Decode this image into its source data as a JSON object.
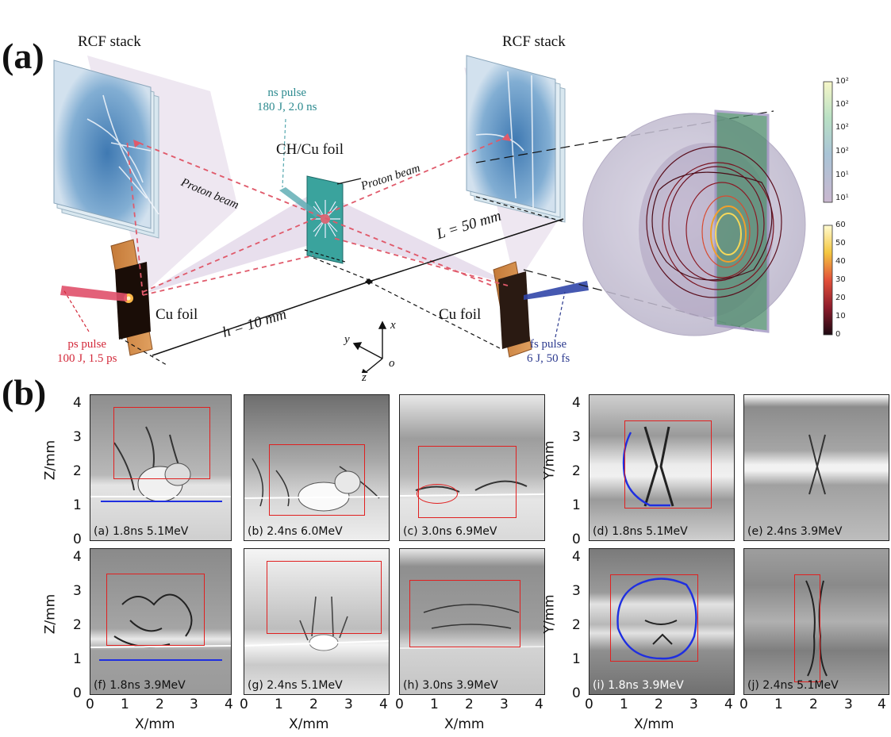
{
  "panel_a": {
    "letter": "(a)",
    "rcf_left": "RCF stack",
    "rcf_right": "RCF stack",
    "ns_pulse": [
      "ns pulse",
      "180 J, 2.0 ns"
    ],
    "ch_cu_foil": "CH/Cu foil",
    "proton_beam_left": "Proton beam",
    "proton_beam_right": "Proton beam",
    "cu_foil_left": "Cu foil",
    "cu_foil_right": "Cu foil",
    "ps_pulse": [
      "ps pulse",
      "100 J, 1.5 ps"
    ],
    "fs_pulse": [
      "fs pulse",
      "6 J, 50 fs"
    ],
    "h_label": "h = 10 mm",
    "L_label": "L = 50 mm",
    "axes": {
      "x": "x",
      "y": "y",
      "z": "z",
      "o": "o"
    },
    "colorbar_top": [
      "10²",
      "10²",
      "10²",
      "10²",
      "10¹",
      "10¹"
    ],
    "colorbar_bottom": [
      "60",
      "50",
      "40",
      "30",
      "20",
      "10",
      "0"
    ]
  },
  "panel_b": {
    "letter": "(b)",
    "y_ticks": [
      "0",
      "1",
      "2",
      "3",
      "4"
    ],
    "x_ticks": [
      "0",
      "1",
      "2",
      "3",
      "4"
    ],
    "ylabel_z": "Z/mm",
    "ylabel_y": "Y/mm",
    "xlabel": "X/mm",
    "images": [
      {
        "id": "a",
        "caption": "(a) 1.8ns 5.1MeV"
      },
      {
        "id": "b",
        "caption": "(b) 2.4ns 6.0MeV"
      },
      {
        "id": "c",
        "caption": "(c) 3.0ns 6.9MeV"
      },
      {
        "id": "d",
        "caption": "(d) 1.8ns 5.1MeV"
      },
      {
        "id": "e",
        "caption": "(e) 2.4ns 3.9MeV"
      },
      {
        "id": "f",
        "caption": "(f) 1.8ns 3.9MeV"
      },
      {
        "id": "g",
        "caption": "(g) 2.4ns 5.1MeV"
      },
      {
        "id": "h",
        "caption": "(h) 3.0ns 3.9MeV"
      },
      {
        "id": "i",
        "caption": "(i) 1.8ns 3.9MeV"
      },
      {
        "id": "j",
        "caption": "(j) 2.4ns 5.1MeV"
      }
    ]
  }
}
